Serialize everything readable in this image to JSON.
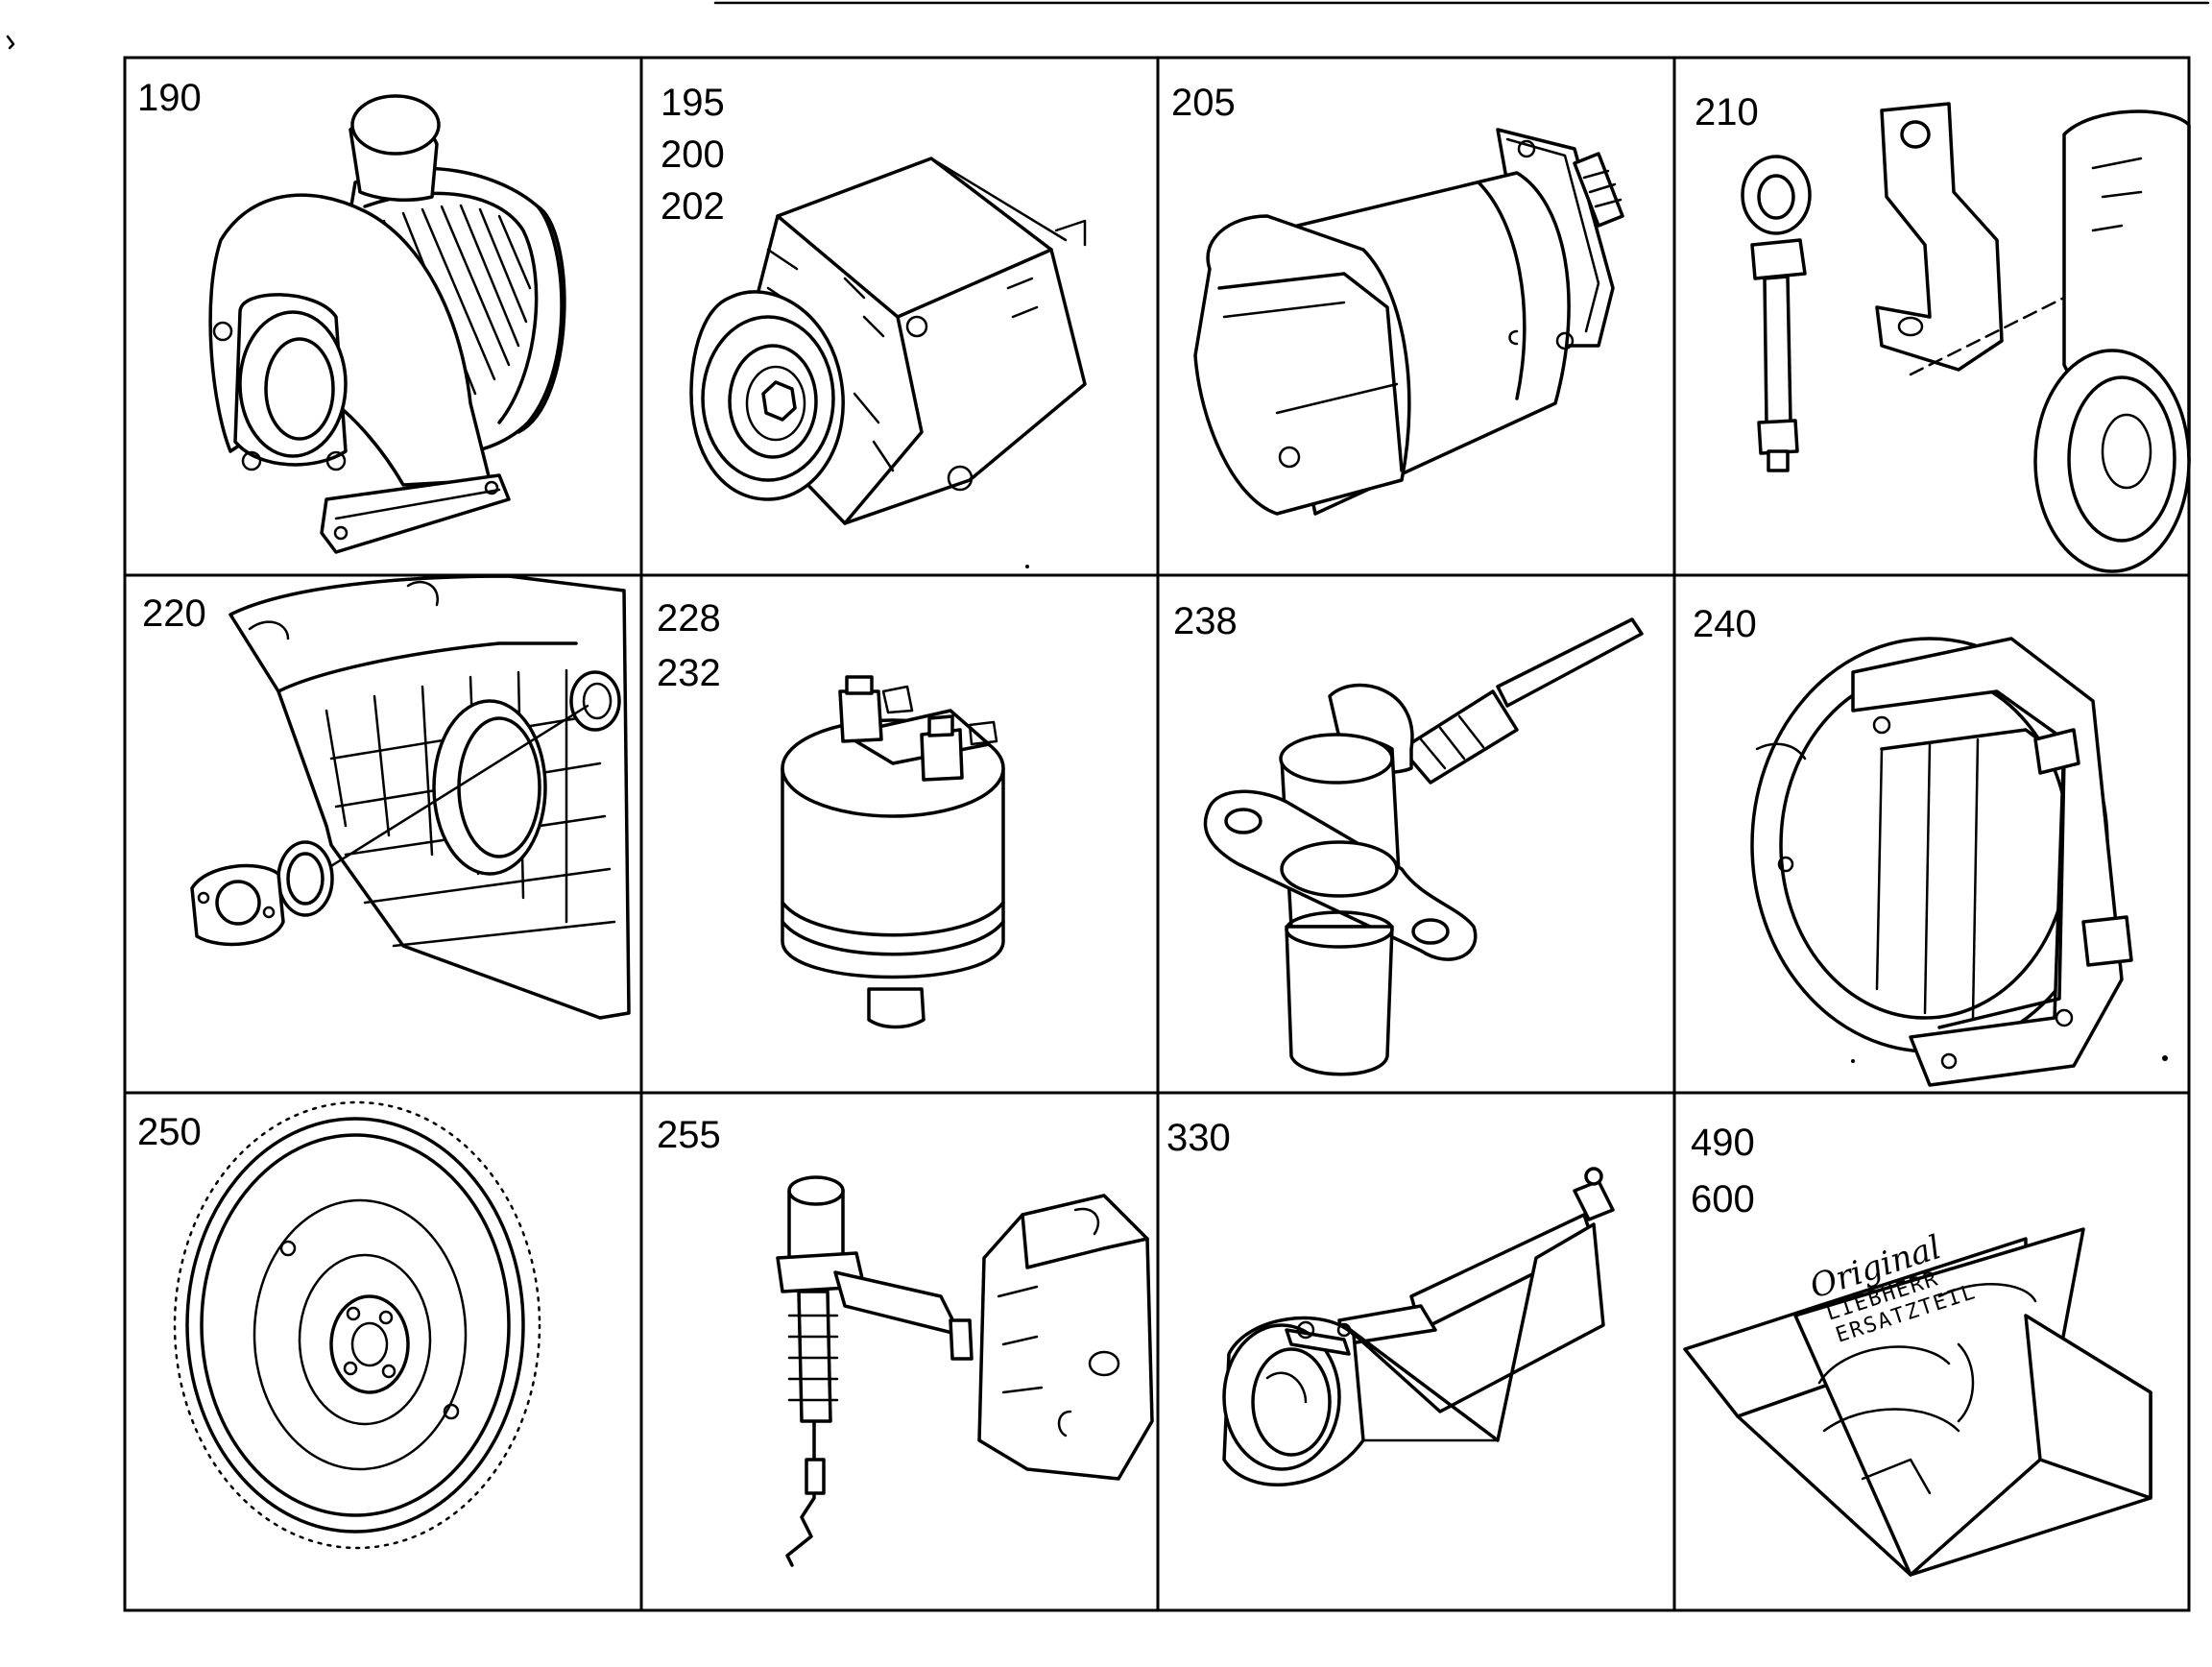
{
  "cells": [
    {
      "labels": [
        "190"
      ],
      "icon": "turbocharger-icon"
    },
    {
      "labels": [
        "195",
        "200",
        "202"
      ],
      "icon": "alternator-icon"
    },
    {
      "labels": [
        "205"
      ],
      "icon": "starter-motor-icon"
    },
    {
      "labels": [
        "210"
      ],
      "icon": "lifting-eye-bracket-icon"
    },
    {
      "labels": [
        "220"
      ],
      "icon": "crankcase-cover-seal-icon"
    },
    {
      "labels": [
        "228",
        "232"
      ],
      "icon": "pressure-sensor-icon"
    },
    {
      "labels": [
        "238"
      ],
      "icon": "speed-sensor-icon"
    },
    {
      "labels": [
        "240"
      ],
      "icon": "flywheel-housing-icon"
    },
    {
      "labels": [
        "250"
      ],
      "icon": "flywheel-icon"
    },
    {
      "labels": [
        "255"
      ],
      "icon": "shut-off-solenoid-icon"
    },
    {
      "labels": [
        "330"
      ],
      "icon": "hydraulic-cylinder-icon"
    },
    {
      "labels": [
        "490",
        "600"
      ],
      "icon": "spare-parts-box-icon"
    }
  ],
  "box_text": {
    "line1": "Original",
    "line2": "LIEBHERR",
    "line3": "ERSATZTEIL"
  }
}
